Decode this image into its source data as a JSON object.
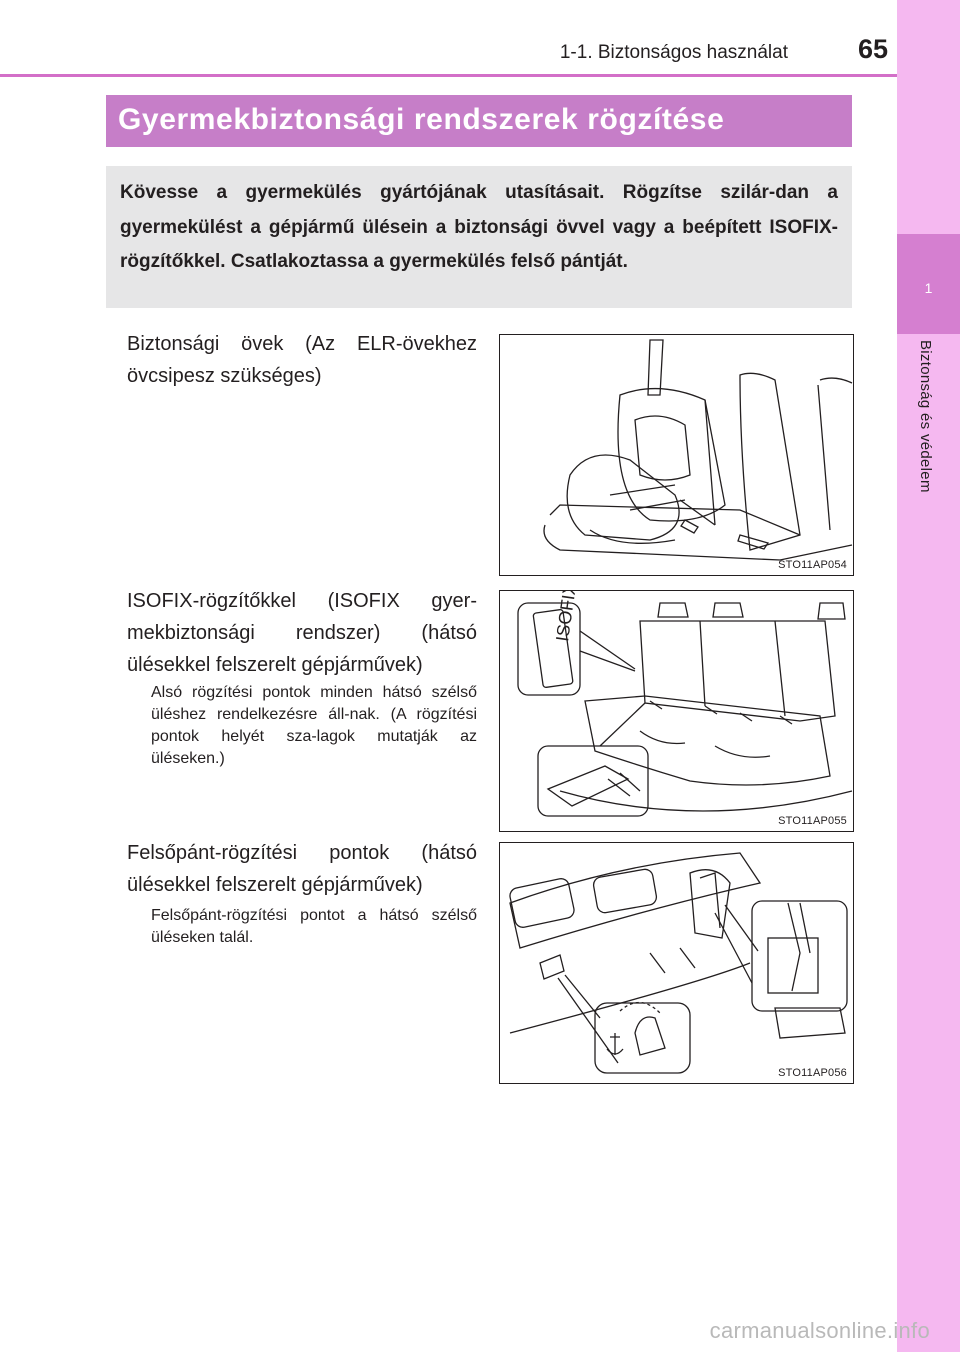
{
  "header": {
    "section_title": "1-1. Biztonságos használat",
    "page_number": "65"
  },
  "chapter_tab": {
    "number": "1",
    "label": "Biztonság és védelem"
  },
  "banner": {
    "title": "Gyermekbiztonsági rendszerek rögzítése"
  },
  "intro": {
    "text": "Kövesse a gyermekülés gyártójának utasításait. Rögzítse szilár-dan a gyermekülést a gépjármű ülésein a biztonsági övvel vagy a beépített ISOFIX-rögzítőkkel. Csatlakoztassa a gyermekülés felső pántját."
  },
  "items": [
    {
      "heading": "Biztonsági övek (Az ELR-övekhez övcsipesz szükséges)",
      "subtext": "",
      "figure_code": "STO11AP054"
    },
    {
      "heading": "ISOFIX-rögzítőkkel (ISOFIX gyer-mekbiztonsági rendszer) (hátsó ülésekkel felszerelt gépjárművek)",
      "subtext": "Alsó rögzítési pontok minden hátsó szélső üléshez rendelkezésre áll-nak. (A rögzítési pontok helyét sza-lagok mutatják az üléseken.)",
      "figure_code": "STO11AP055",
      "figure_label": "ISOFIX"
    },
    {
      "heading": "Felsőpánt-rögzítési pontok (hátsó ülésekkel felszerelt gépjárművek)",
      "subtext": "Felsőpánt-rögzítési pontot a hátsó szélső üléseken talál.",
      "figure_code": "STO11AP056"
    }
  ],
  "watermark": "carmanualsonline.info",
  "colors": {
    "accent": "#c67ec8",
    "tab": "#d57fd0",
    "strip": "#f5b8f0",
    "intro_bg": "#e6e6e7"
  }
}
